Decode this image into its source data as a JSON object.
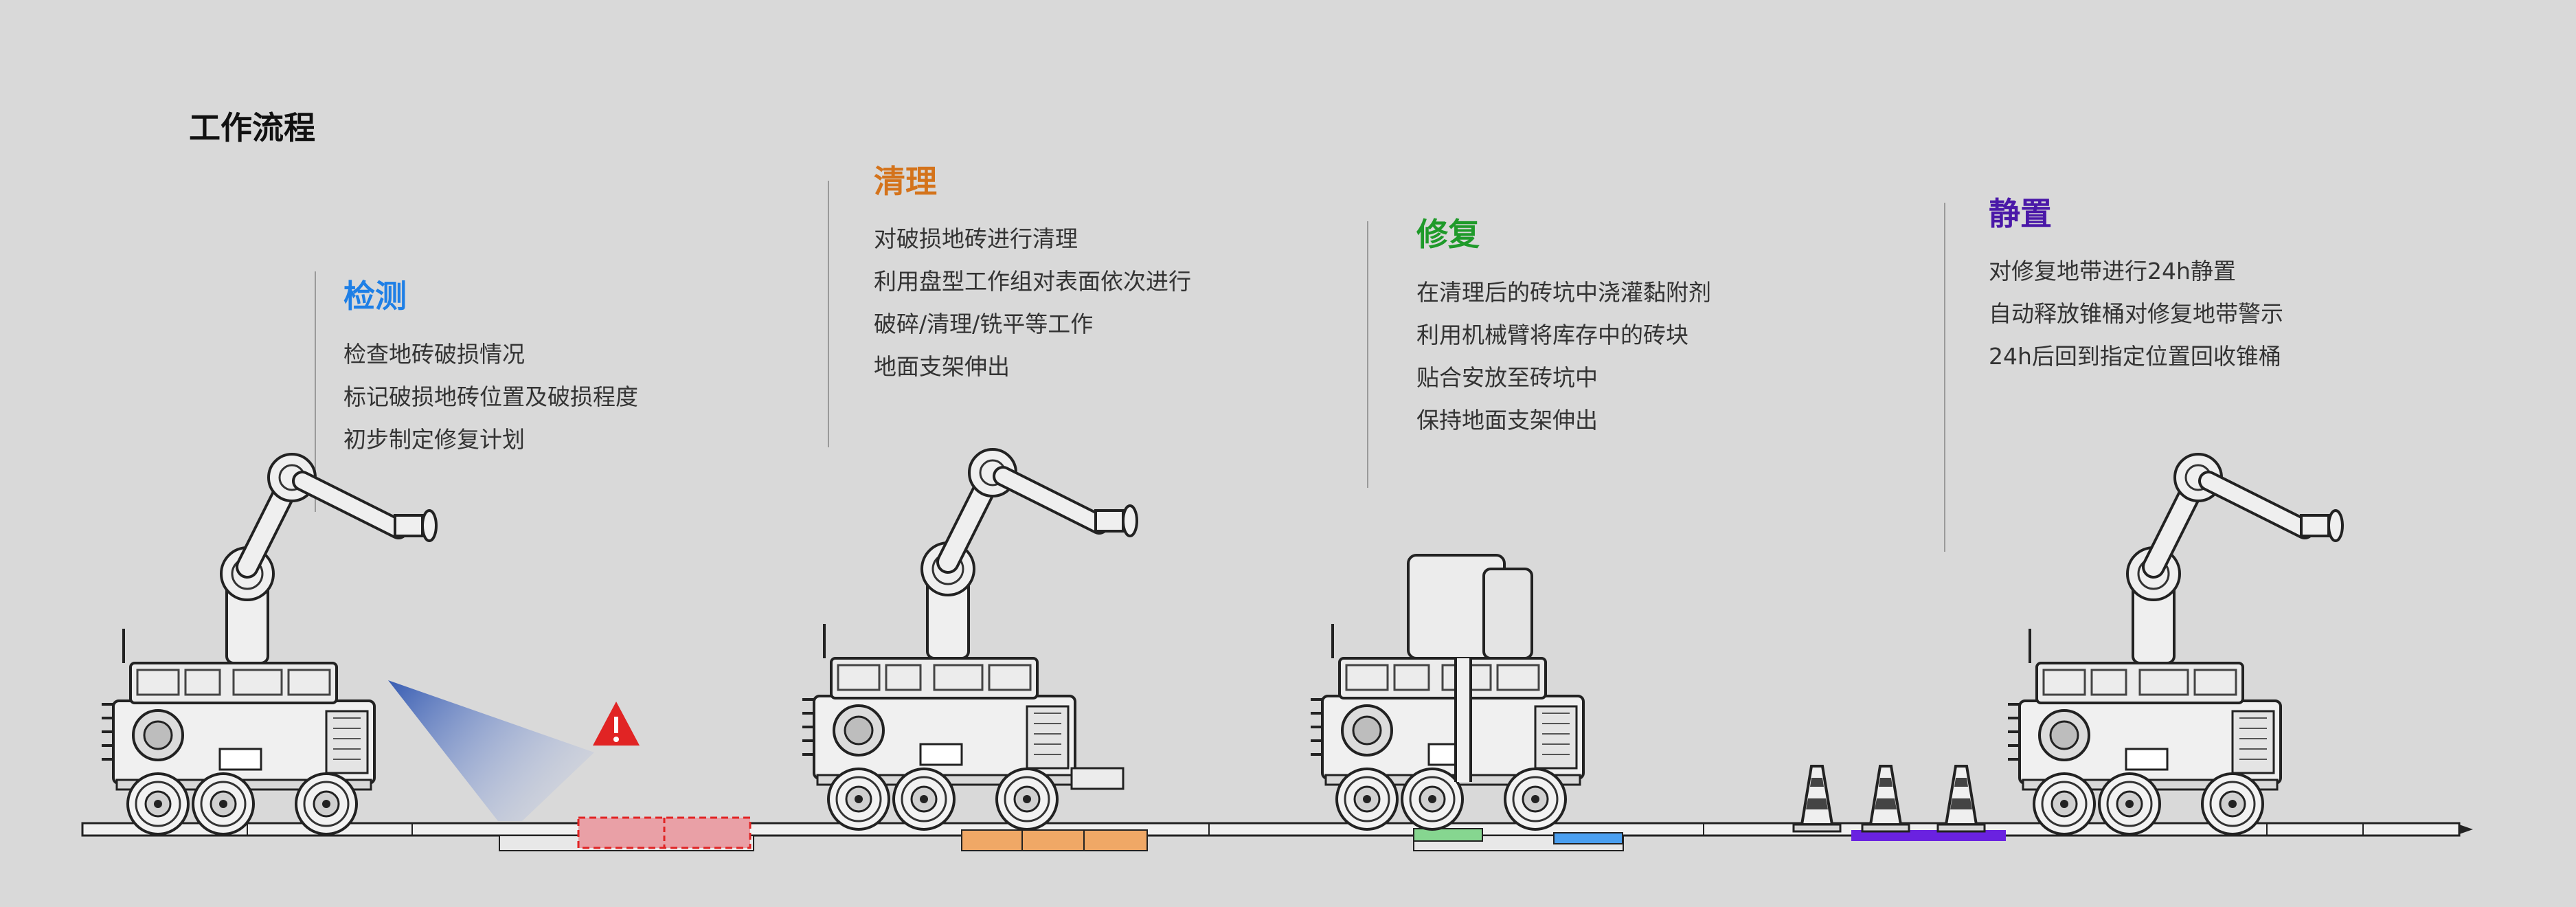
{
  "page": {
    "title": "工作流程"
  },
  "colors": {
    "detect": "#1e7fe6",
    "clean": "#d4731b",
    "repair": "#1f9a2a",
    "rest": "#4a18a8",
    "warning": "#e12424",
    "clean_tiles": "#f0a866",
    "repair_tile": "#86d690",
    "repair_tile_blue": "#4a9ff0",
    "rest_band": "#6a22e0",
    "damaged": "#e9a0a6",
    "beam": "#2e55b0"
  },
  "stages": [
    {
      "title": "检测",
      "lines": [
        "检查地砖破损情况",
        "标记破损地砖位置及破损程度",
        "初步制定修复计划"
      ]
    },
    {
      "title": "清理",
      "lines": [
        "对破损地砖进行清理",
        "利用盘型工作组对表面依次进行",
        "破碎/清理/铣平等工作",
        "地面支架伸出"
      ]
    },
    {
      "title": "修复",
      "lines": [
        "在清理后的砖坑中浇灌黏附剂",
        "利用机械臂将库存中的砖块",
        "贴合安放至砖坑中",
        "保持地面支架伸出"
      ]
    },
    {
      "title": "静置",
      "lines": [
        "对修复地带进行24h静置",
        "自动释放锥桶对修复地带警示",
        "24h后回到指定位置回收锥桶"
      ]
    }
  ],
  "icons": {
    "warning": "warning-triangle-icon",
    "cone": "traffic-cone-icon",
    "robot": "repair-robot"
  }
}
